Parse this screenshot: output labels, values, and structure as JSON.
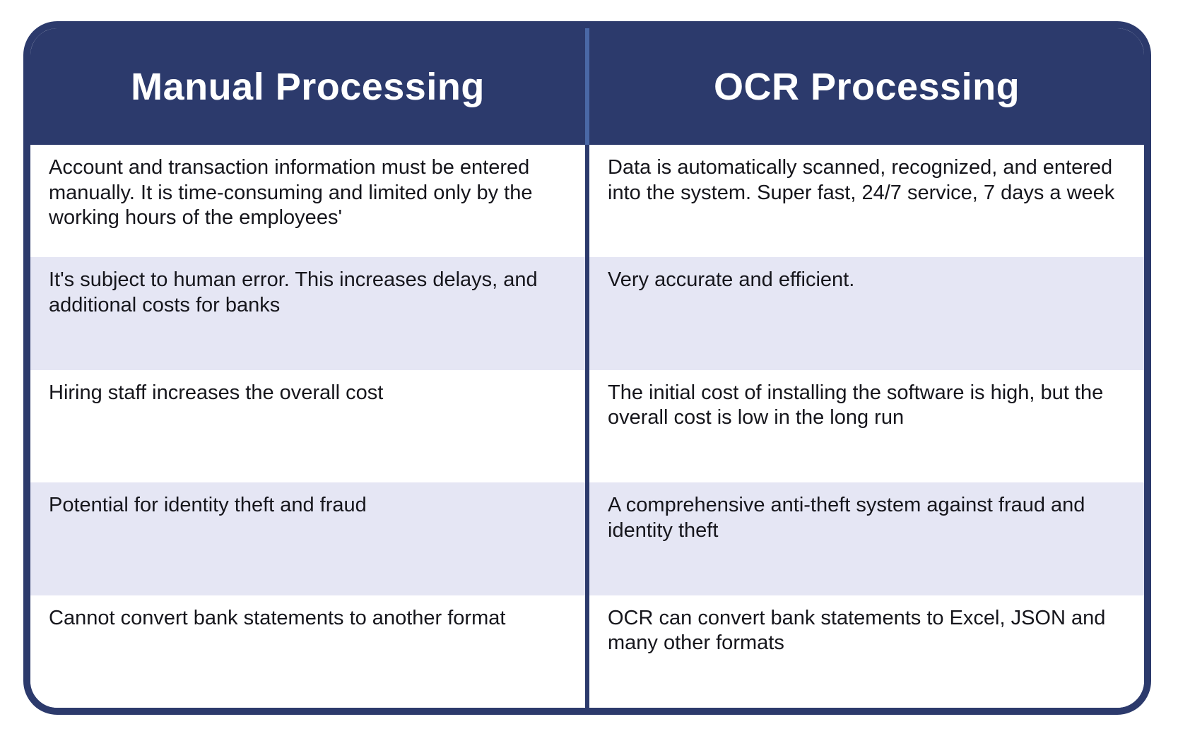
{
  "colors": {
    "navy": "#2c3a6c",
    "header_divider_accent": "#4a68a6",
    "row_alternate": "#e5e6f4",
    "header_text": "#ffffff",
    "body_text": "#16161c",
    "page_background": "#ffffff"
  },
  "chart_data": {
    "type": "table",
    "title": "Manual Processing vs OCR Processing comparison table",
    "legend_position": "none",
    "columns": [
      "Manual Processing",
      "OCR Processing"
    ],
    "rows": [
      [
        "Account and transaction information must be entered manually. It is time-consuming and limited only by the working hours of the employees'",
        "Data is automatically scanned, recognized, and entered into the system. Super fast, 24/7 service, 7 days a week"
      ],
      [
        "It's subject to human error. This increases delays, and additional costs for banks",
        "Very accurate and efficient."
      ],
      [
        "Hiring staff increases the overall cost",
        "The initial cost of installing the software is high, but the overall cost is low in the long run"
      ],
      [
        "Potential for identity theft and fraud",
        "A comprehensive anti-theft system against fraud and identity theft"
      ],
      [
        "Cannot convert bank statements to another format",
        "OCR can convert bank statements to Excel, JSON and many other formats"
      ]
    ]
  }
}
